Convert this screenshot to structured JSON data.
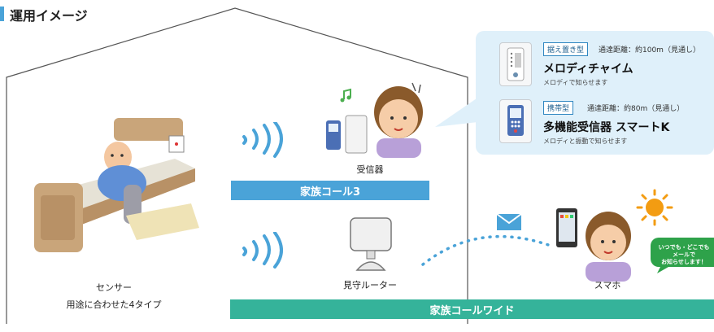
{
  "title": "運用イメージ",
  "products": [
    {
      "tag": "据え置き型",
      "spec": "通達距離：約100m（見通し）",
      "name": "メロディチャイム",
      "desc": "メロディで知らせます",
      "icon": "melody-chime-icon"
    },
    {
      "tag": "携帯型",
      "spec": "通達距離：約80m（見通し）",
      "name": "多機能受信器 スマートK",
      "desc": "メロディと振動で知らせます",
      "icon": "smart-k-receiver-icon"
    }
  ],
  "labels": {
    "receiver": "受信器",
    "family_call3": "家族コール3",
    "router": "見守ルーター",
    "smartphone": "スマホ",
    "family_call_wide": "家族コールワイド",
    "sensor": "センサー",
    "sensor_types": "用途に合わせた4タイプ"
  },
  "speech_bubble": [
    "いつでも・どこでも",
    "メールで",
    "お知らせします！"
  ],
  "colors": {
    "accent_blue": "#4aa3d8",
    "accent_green": "#35b39a",
    "bubble_bg": "#dff0fa",
    "speech_green": "#2ea24a"
  }
}
